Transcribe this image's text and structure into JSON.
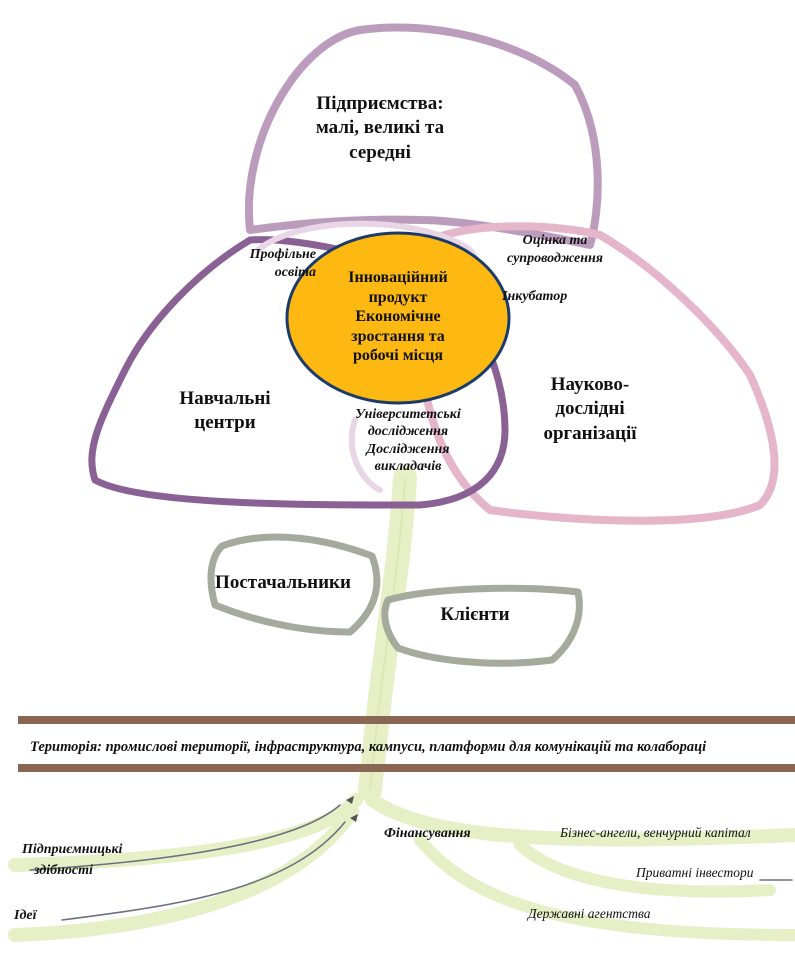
{
  "petals": {
    "top": {
      "lines": [
        "Підприємства:",
        "малі, великі та",
        "середні"
      ]
    },
    "left": {
      "lines": [
        "Навчальні",
        "центри"
      ]
    },
    "right": {
      "lines": [
        "Науково-",
        "дослідні",
        "організації"
      ]
    }
  },
  "center": {
    "lines": [
      "Інноваційний",
      "продукт",
      "Економічне",
      "зростання та",
      "робочі місця"
    ]
  },
  "overlaps": {
    "profile_education": {
      "lines": [
        "Профільне",
        "освіта"
      ]
    },
    "assessment": {
      "lines": [
        "Оцінка та",
        "супроводження"
      ]
    },
    "incubator": {
      "lines": [
        "Інкубатор"
      ]
    },
    "research": {
      "lines": [
        "Університетські",
        "дослідження",
        "Дослідження",
        "викладачів"
      ]
    }
  },
  "leaves": {
    "left": "Постачальники",
    "right": "Клієнти"
  },
  "ground": "Територія: промислові території, інфраструктура, кампуси, платформи для комунікацій та колабораці",
  "roots": {
    "financing": "Фінансування",
    "entrepreneurial": [
      "Підприємницькі",
      "здібності"
    ],
    "ideas": "Ідеї",
    "business_angels": "Бізнес-ангели, венчурний капітал",
    "private_investors": "Приватні інвестори",
    "state_agencies": "Державні агентства"
  },
  "colors": {
    "petal_top": "#bb9cbd",
    "petal_left": "#8a6195",
    "petal_right": "#e5b5c9",
    "center_fill": "#fdb812",
    "center_stroke": "#1b3c6b",
    "leaf": "#a8aca0",
    "stem": "#e3eec1",
    "ground_bar": "#8b6652"
  }
}
